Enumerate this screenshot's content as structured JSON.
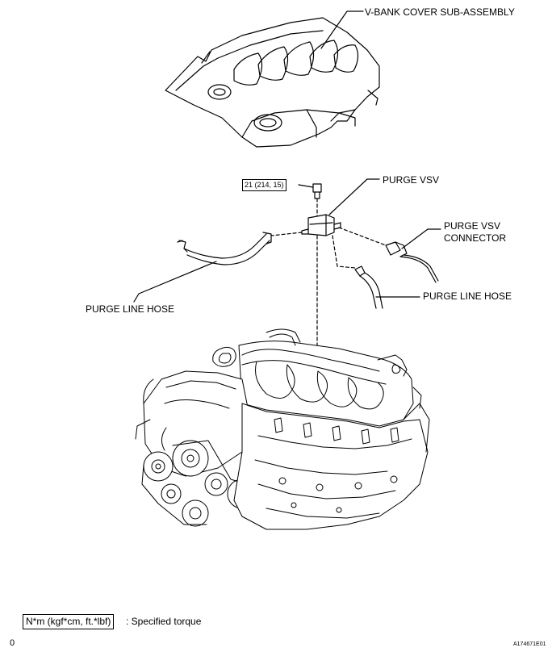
{
  "labels": {
    "vbank_cover": "V-BANK COVER SUB-ASSEMBLY",
    "purge_vsv": "PURGE VSV",
    "purge_vsv_connector_line1": "PURGE VSV",
    "purge_vsv_connector_line2": "CONNECTOR",
    "purge_line_hose_left": "PURGE LINE HOSE",
    "purge_line_hose_right": "PURGE LINE HOSE"
  },
  "torque": {
    "value": "21 (214, 15)"
  },
  "legend": {
    "box_text": "N*m (kgf*cm, ft.*lbf)",
    "description": ": Specified torque"
  },
  "footer": {
    "page_marker": "0",
    "figure_id": "A174671E01"
  }
}
